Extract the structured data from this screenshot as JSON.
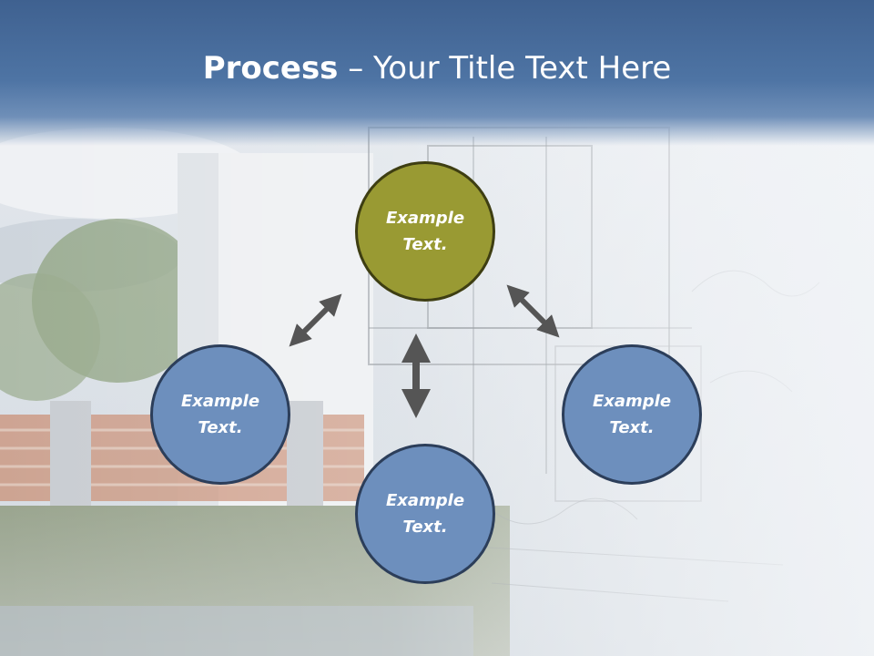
{
  "title": {
    "bold": "Process",
    "rest": " – Your Title Text Here"
  },
  "colors": {
    "title_band": "#4e74a4",
    "center_fill": "#999a33",
    "node_fill": "#6d8fbd",
    "node_border": "#2c3e5a",
    "arrow": "#555555"
  },
  "nodes": {
    "top": {
      "line1": "Example",
      "line2": "Text."
    },
    "left": {
      "line1": "Example",
      "line2": "Text."
    },
    "right": {
      "line1": "Example",
      "line2": "Text."
    },
    "bottom": {
      "line1": "Example",
      "line2": "Text."
    }
  },
  "arrows": [
    "double-arrow-upper-left",
    "double-arrow-vertical",
    "double-arrow-upper-right"
  ]
}
